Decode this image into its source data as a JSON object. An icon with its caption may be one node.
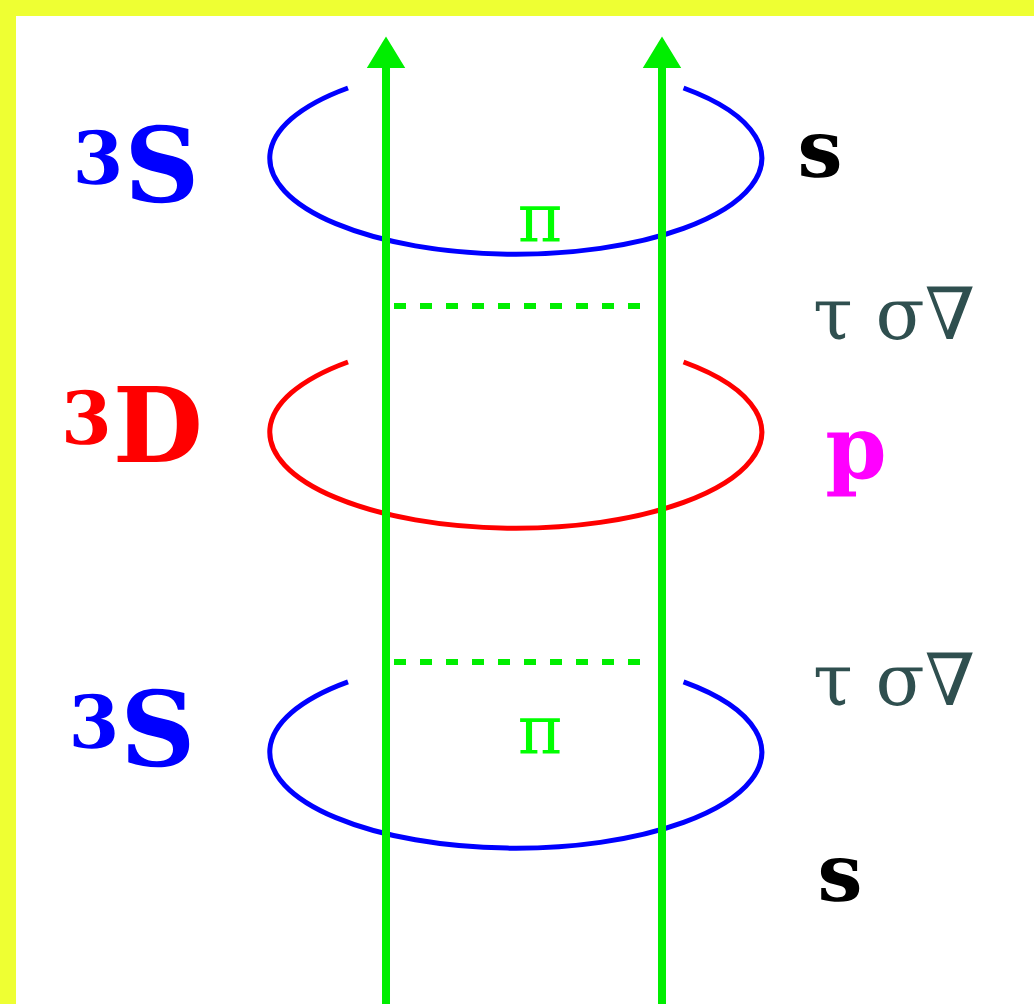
{
  "diagram": {
    "labels": [
      "$^{3}$S",
      "s",
      "π",
      "τ σ∇",
      "$^{3}$D",
      "p",
      "τ σ∇",
      "$^{3}$S",
      "π",
      "s"
    ]
  }
}
